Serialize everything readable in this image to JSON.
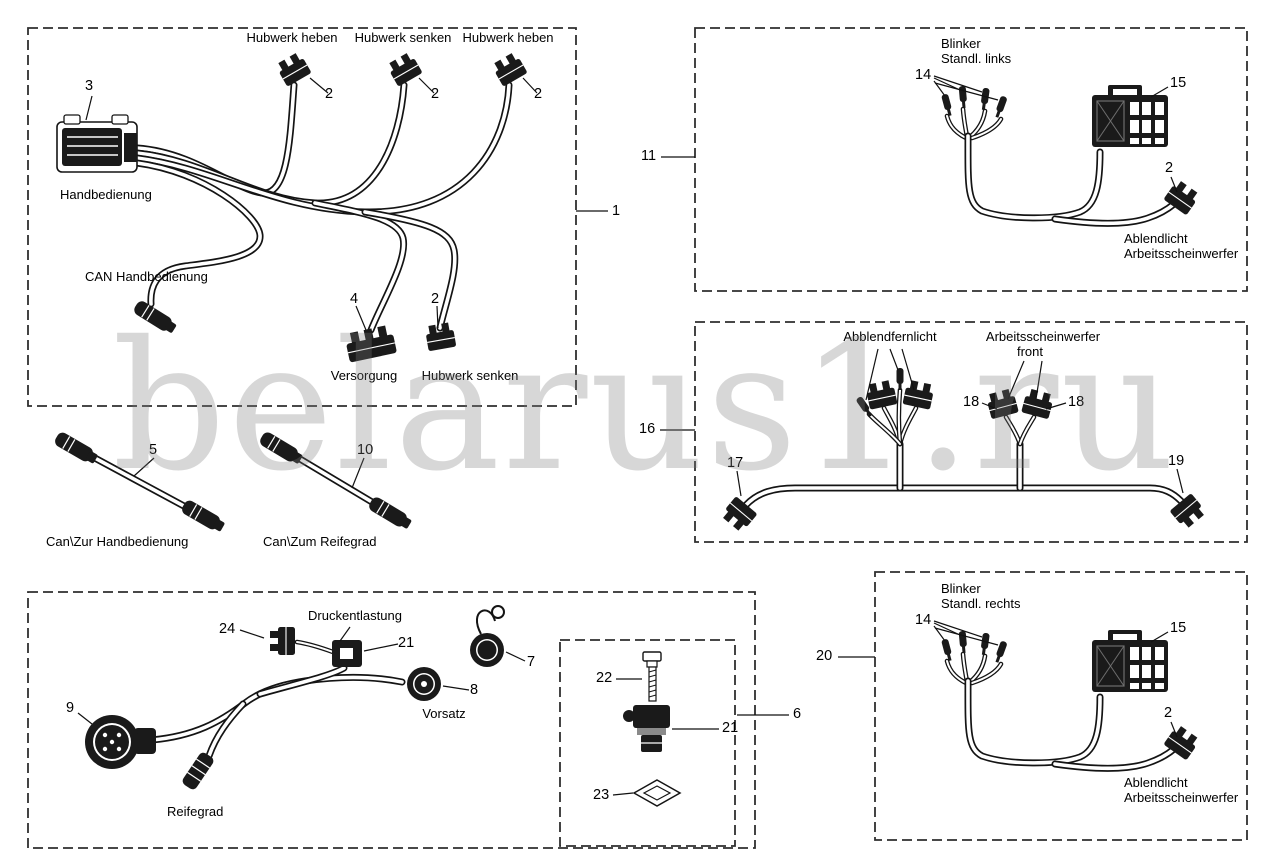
{
  "watermark": "belarus1.ru",
  "colors": {
    "diagram_lines": "#141414",
    "watermark_gray": "#7a7a7a",
    "background": "#ffffff"
  },
  "panel_handbedienung": {
    "callout": "1",
    "hubwerk_heben_a": "Hubwerk heben",
    "hubwerk_senken_a": "Hubwerk senken",
    "hubwerk_heben_b": "Hubwerk heben",
    "callout_2a": "2",
    "callout_2b": "2",
    "callout_2c": "2",
    "callout_3": "3",
    "handbedienung": "Handbedienung",
    "can_handbedienung": "CAN Handbedienung",
    "callout_4": "4",
    "callout_2d": "2",
    "versorgung": "Versorgung",
    "hubwerk_senken_b": "Hubwerk senken"
  },
  "cable_can_handbedienung": {
    "callout": "5",
    "label": "Can\\Zur Handbedienung"
  },
  "cable_can_reifegrad": {
    "callout": "10",
    "label": "Can\\Zum Reifegrad"
  },
  "panel_blinker_links": {
    "callout": "11",
    "blinker": "Blinker",
    "standlicht": "Standl. links",
    "callout_14": "14",
    "callout_15": "15",
    "callout_2": "2",
    "ablendlicht": "Ablendlicht",
    "arbeitsscheinwerfer": "Arbeitsscheinwerfer"
  },
  "panel_scheinwerfer_front": {
    "callout": "16",
    "abblendfernlicht": "Abblendfernlicht",
    "arbeitsscheinwerfer": "Arbeitsscheinwerfer",
    "front": "front",
    "callout_18a": "18",
    "callout_18b": "18",
    "callout_17": "17",
    "callout_19": "19"
  },
  "panel_vorsatz": {
    "callout_24": "24",
    "druckentlastung": "Druckentlastung",
    "callout_21": "21",
    "callout_7": "7",
    "callout_8": "8",
    "vorsatz": "Vorsatz",
    "callout_9": "9",
    "reifegrad": "Reifegrad"
  },
  "box_ventil": {
    "callout": "6",
    "callout_22": "22",
    "callout_21": "21",
    "callout_23": "23"
  },
  "panel_blinker_rechts": {
    "callout": "20",
    "blinker": "Blinker",
    "standlicht": "Standl. rechts",
    "callout_14": "14",
    "callout_15": "15",
    "callout_2": "2",
    "ablendlicht": "Ablendlicht",
    "arbeitsscheinwerfer": "Arbeitsscheinwerfer"
  }
}
